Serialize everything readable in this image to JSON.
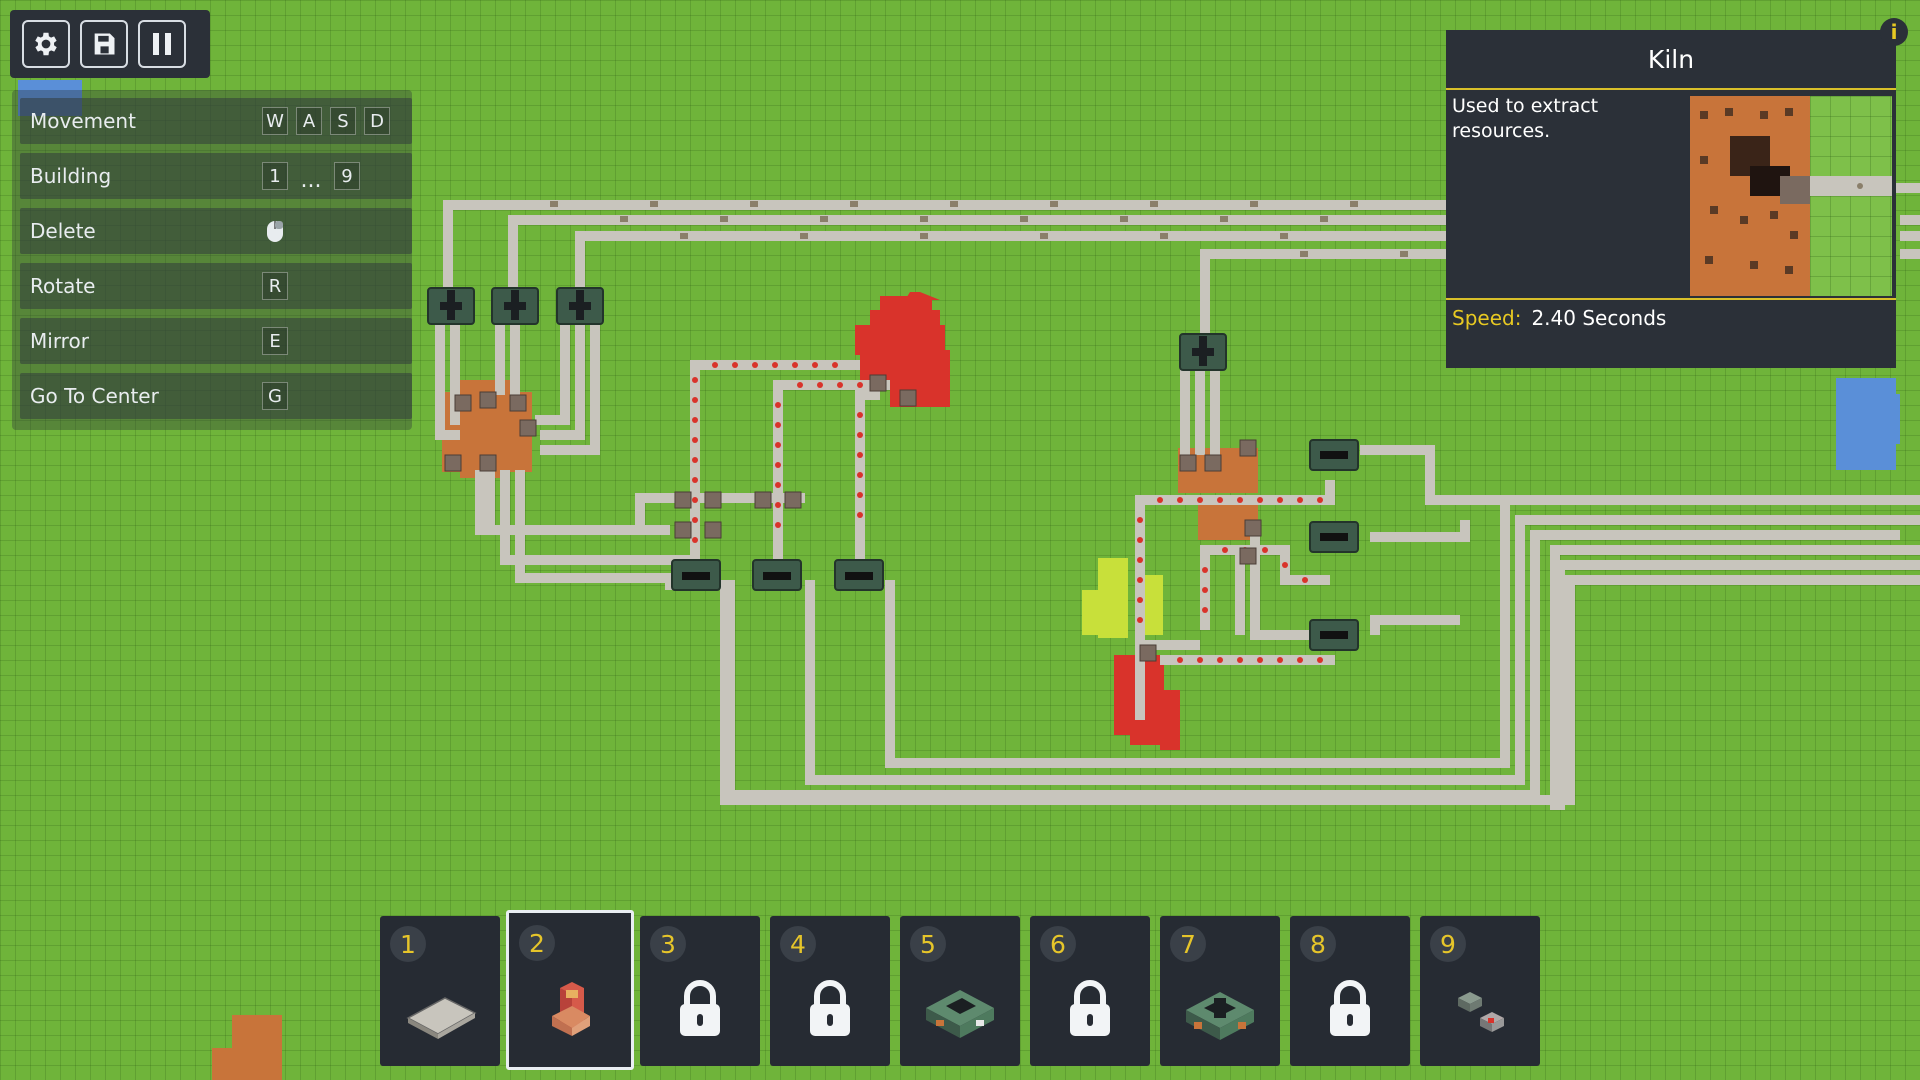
{
  "toolbar": {
    "icons": [
      "gear-icon",
      "save-icon",
      "pause-icon"
    ]
  },
  "controls": [
    {
      "label": "Movement",
      "keys": [
        "W",
        "A",
        "S",
        "D"
      ]
    },
    {
      "label": "Building",
      "keys": [
        "1",
        "...",
        "9"
      ]
    },
    {
      "label": "Delete",
      "keys": [
        "mouse-icon"
      ]
    },
    {
      "label": "Rotate",
      "keys": [
        "R"
      ]
    },
    {
      "label": "Mirror",
      "keys": [
        "E"
      ]
    },
    {
      "label": "Go To Center",
      "keys": [
        "G"
      ]
    }
  ],
  "info_panel": {
    "title": "Kiln",
    "description": "Used to extract resources.",
    "speed_label": "Speed:",
    "speed_value": "2.40 Seconds",
    "info_button": "i",
    "accent_color": "#d9c02a"
  },
  "hotbar": {
    "selected": 2,
    "slots": [
      {
        "number": "1",
        "icon": "conveyor-icon",
        "locked": false
      },
      {
        "number": "2",
        "icon": "kiln-icon",
        "locked": false
      },
      {
        "number": "3",
        "icon": "lock-icon",
        "locked": true
      },
      {
        "number": "4",
        "icon": "lock-icon",
        "locked": true
      },
      {
        "number": "5",
        "icon": "factory-icon",
        "locked": false
      },
      {
        "number": "6",
        "icon": "lock-icon",
        "locked": true
      },
      {
        "number": "7",
        "icon": "splitter-icon",
        "locked": false
      },
      {
        "number": "8",
        "icon": "lock-icon",
        "locked": true
      },
      {
        "number": "9",
        "icon": "small-parts-icon",
        "locked": false
      }
    ]
  },
  "colors": {
    "grass": "#6fb43a",
    "panel": "#2b3038",
    "belt": "#c8c5bd",
    "ore_copper": "#c8743a",
    "ore_red": "#d9332b",
    "ore_yellow": "#c8e03a",
    "ore_blue": "#5a8fd8"
  }
}
